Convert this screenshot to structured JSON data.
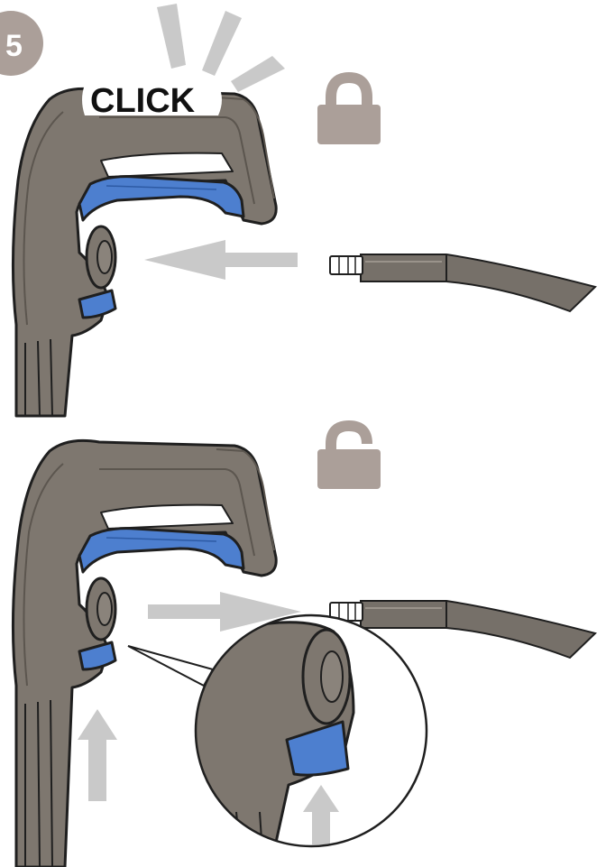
{
  "step": {
    "number": "5"
  },
  "top_panel": {
    "sound_label": "CLICK",
    "lock_icon": "lock-closed-icon",
    "direction": "hose-inserted-into-gun"
  },
  "bottom_panel": {
    "lock_icon": "lock-open-icon",
    "direction": "hose-pulled-out-of-gun",
    "release_action": "push-blue-collar-up"
  },
  "colors": {
    "gun_body": "#7e776f",
    "gun_outline": "#1f1f1f",
    "trigger_blue": "#4d7fcf",
    "arrow_gray": "#c9c9c9",
    "lock_color": "#ab9f99",
    "badge_color": "#ab9f99",
    "hose_color": "#767069"
  }
}
